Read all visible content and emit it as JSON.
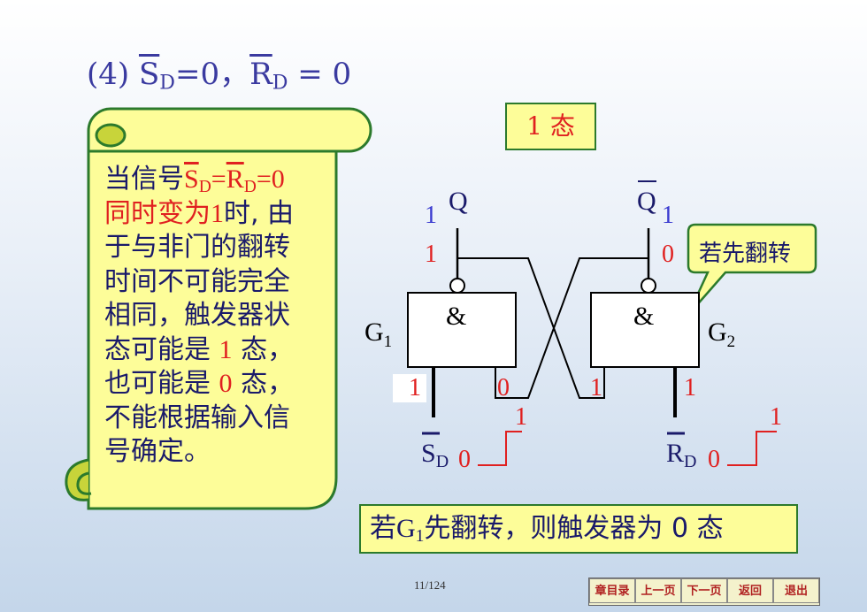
{
  "title": {
    "prefix": "(4) ",
    "s": "S",
    "d": "D",
    "eq0": "=0，",
    "r": "R",
    "eq0b": " = 0"
  },
  "scroll": {
    "l1_a": "当信号",
    "l1_s": "S",
    "l1_d": "D",
    "l1_eq": "=",
    "l1_r": "R",
    "l1_d2": "D",
    "l1_end": "=0",
    "l2_a": "同时变为",
    "l2_b": "1",
    "l2_c": "时, 由",
    "l3": "于与非门的翻转",
    "l4": "时间不可能完全",
    "l5": "相同，触发器状",
    "l6_a": "态可能是 ",
    "l6_b": "1",
    "l6_c": " 态，",
    "l7_a": "也可能是 ",
    "l7_b": "0",
    "l7_c": " 态，",
    "l8": "不能根据输入信",
    "l9": "号确定。"
  },
  "state_box": "1 态",
  "circuit": {
    "q": "Q",
    "qbar": "Q",
    "q_val_blue": "1",
    "q_val_red": "1",
    "qbar_val_blue": "1",
    "qbar_val_red": "0",
    "gate1": "&",
    "gate2": "&",
    "g1": "G",
    "g1_sub": "1",
    "g2": "G",
    "g2_sub": "2",
    "in_g1_left": "1",
    "in_g1_right": "0",
    "in_g2_left": "1",
    "in_g2_right": "1",
    "sd": "S",
    "sd_sub": "D",
    "sd_val": "0",
    "sd_step": "1",
    "rd": "R",
    "rd_sub": "D",
    "rd_val": "0",
    "rd_step": "1"
  },
  "callout": "若先翻转",
  "result": {
    "a": "若",
    "g": "G",
    "sub": "1",
    "b": "先翻转，则触发器为 0 态"
  },
  "page_number": "11/124",
  "nav": [
    "章目录",
    "上一页",
    "下一页",
    "返回",
    "退出"
  ],
  "colors": {
    "accent_green": "#2c7a2c",
    "highlight_yellow": "#fdfd99",
    "text_blue": "#3a3aa0",
    "text_red": "#e02020"
  }
}
